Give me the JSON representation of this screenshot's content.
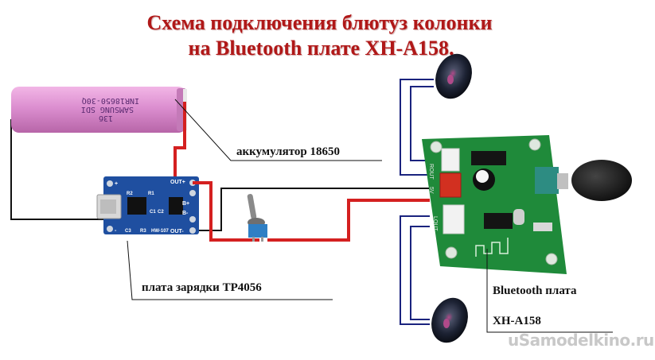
{
  "title": {
    "line1": "Схема подключения блютуз колонки",
    "line2": "на Bluetooth плате XH-A158."
  },
  "labels": {
    "battery": "аккумулятор 18650",
    "charger": "плата зарядки TP4056",
    "bt_line1": "Bluetooth плата",
    "bt_line2": "XH-A158"
  },
  "battery_print": {
    "line1": "13б",
    "line2": "SAMSUNG  SDI",
    "line3": "INR18650-30Q"
  },
  "charger_board": {
    "pins": [
      "OUT+",
      "B+",
      "B-",
      "OUT-",
      "+",
      "-"
    ],
    "parts": [
      "R2",
      "R1",
      "C1",
      "C2",
      "C3",
      "R3",
      "HW-107"
    ]
  },
  "bt_board": {
    "connectors": [
      "ROUT",
      "5V",
      "LOUT"
    ]
  },
  "watermark": "uSamodelkino.ru",
  "colors": {
    "title": "#b01818",
    "wire_red": "#d42020",
    "wire_black": "#111111",
    "wire_blue": "#1a237e",
    "battery": "#d98ccb",
    "charger_pcb": "#1f4fa0",
    "bt_pcb": "#1f8a3a"
  }
}
